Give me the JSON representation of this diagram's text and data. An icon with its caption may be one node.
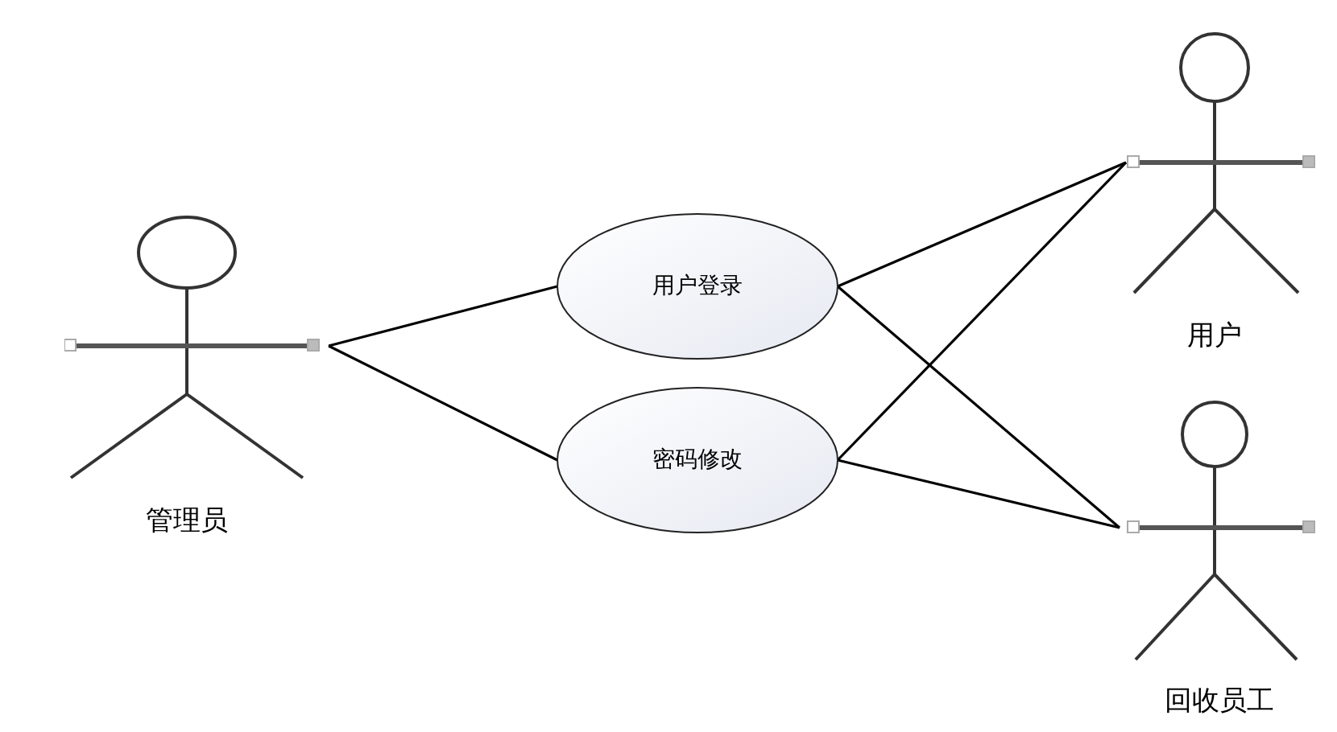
{
  "diagram": {
    "nodes": [
      {
        "text": [
          "管理员"
        ]
      },
      {
        "text": [
          "用户登录"
        ]
      },
      {
        "text": [
          "密码修改"
        ]
      },
      {
        "text": [
          "用户"
        ]
      },
      {
        "text": [
          "回收员工"
        ]
      }
    ],
    "edges": [
      {
        "from": 0,
        "to": 1,
        "arrow": "none"
      },
      {
        "from": 0,
        "to": 2,
        "arrow": "none"
      },
      {
        "from": 1,
        "to": 3,
        "arrow": "none"
      },
      {
        "from": 2,
        "to": 3,
        "arrow": "none"
      },
      {
        "from": 1,
        "to": 4,
        "arrow": "none"
      },
      {
        "from": 2,
        "to": 4,
        "arrow": "none"
      }
    ]
  }
}
